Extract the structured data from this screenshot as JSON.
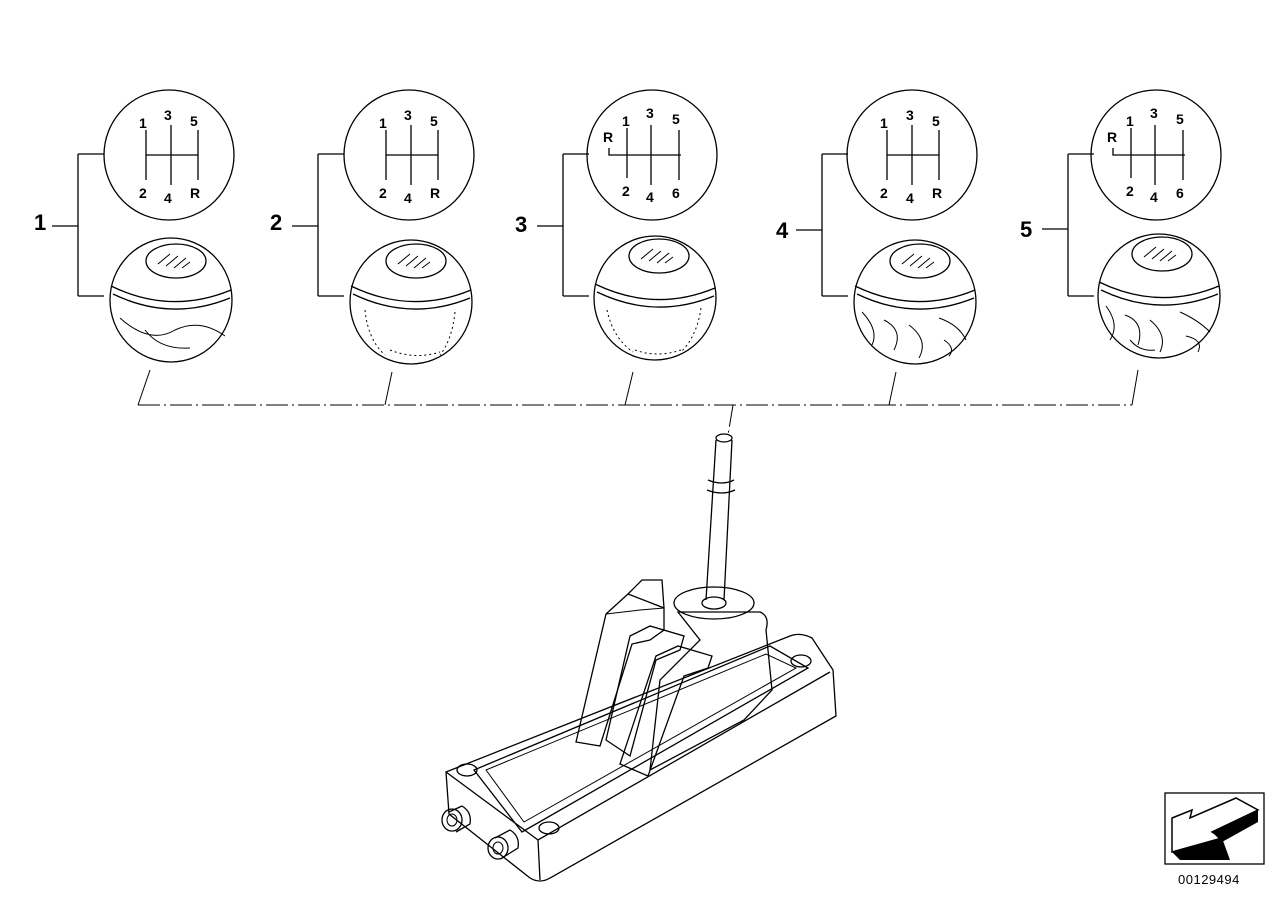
{
  "diagram": {
    "reference_number": "00129494",
    "items": [
      {
        "callout": "1",
        "pattern": {
          "top": [
            "1",
            "3",
            "5"
          ],
          "bottom": [
            "2",
            "4",
            "R"
          ],
          "reverse_left": ""
        },
        "knob": "wood"
      },
      {
        "callout": "2",
        "pattern": {
          "top": [
            "1",
            "3",
            "5"
          ],
          "bottom": [
            "2",
            "4",
            "R"
          ],
          "reverse_left": ""
        },
        "knob": "leather"
      },
      {
        "callout": "3",
        "pattern": {
          "top": [
            "1",
            "3",
            "5"
          ],
          "bottom": [
            "2",
            "4",
            "6"
          ],
          "reverse_left": "R"
        },
        "knob": "leather"
      },
      {
        "callout": "4",
        "pattern": {
          "top": [
            "1",
            "3",
            "5"
          ],
          "bottom": [
            "2",
            "4",
            "R"
          ],
          "reverse_left": ""
        },
        "knob": "wood"
      },
      {
        "callout": "5",
        "pattern": {
          "top": [
            "1",
            "3",
            "5"
          ],
          "bottom": [
            "2",
            "4",
            "6"
          ],
          "reverse_left": "R"
        },
        "knob": "wood"
      }
    ],
    "icons": [
      "arrow-icon"
    ]
  }
}
